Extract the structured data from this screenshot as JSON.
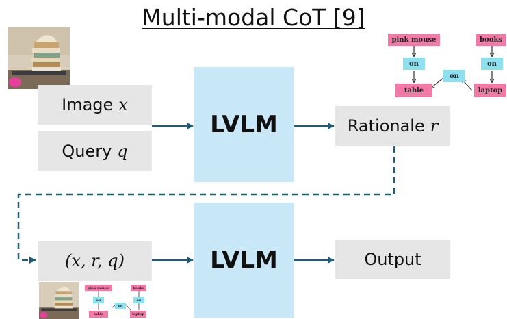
{
  "title": "Multi-modal CoT [9]",
  "inputs": {
    "image_label": "Image",
    "image_var": "x",
    "query_label": "Query",
    "query_var": "q"
  },
  "model_label": "LVLM",
  "rationale": {
    "label": "Rationale",
    "var": "r"
  },
  "combined_input": "(x, r, q)",
  "output_label": "Output",
  "scene_graph": {
    "entities": [
      "pink mouse",
      "table",
      "books",
      "laptop"
    ],
    "relations": [
      "on",
      "on",
      "on"
    ]
  },
  "colors": {
    "arrow": "#1f5c7a",
    "lvlm_fill": "#c9e8f7",
    "box_fill": "#e6e6e6",
    "entity_fill": "#f27aa6",
    "relation_fill": "#8fe0ef"
  },
  "icons": [
    "input-photo-books-laptop"
  ]
}
